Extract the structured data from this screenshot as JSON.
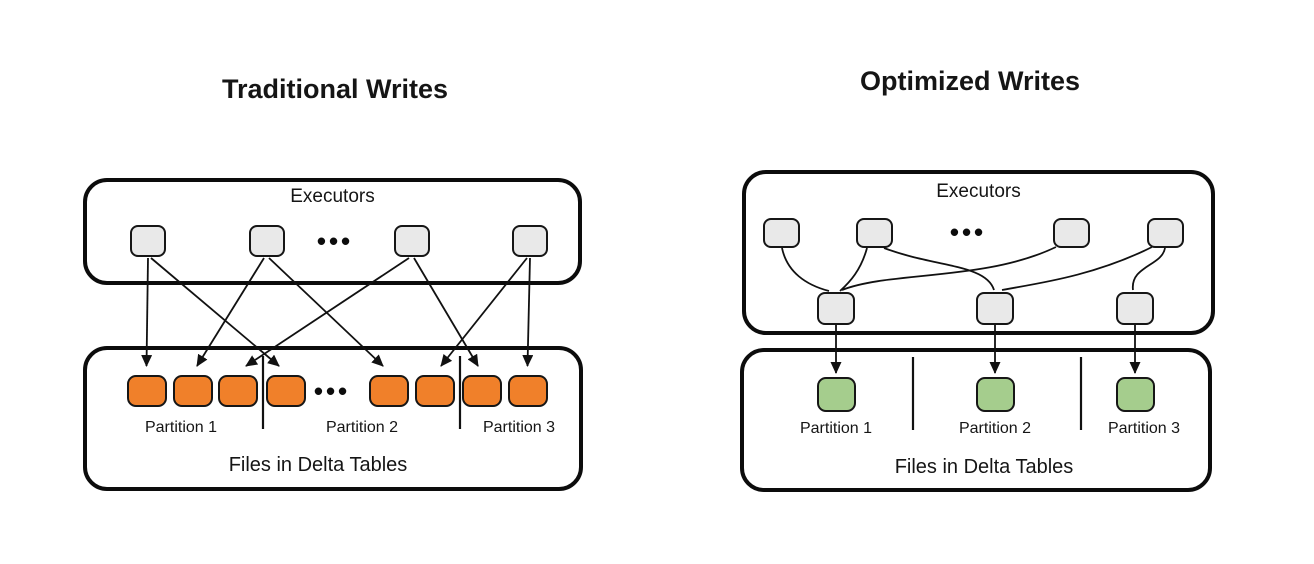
{
  "diagram": {
    "left": {
      "title": "Traditional Writes",
      "executors_box": {
        "label": "Executors",
        "executor_count": 4,
        "ellipsis": "•••"
      },
      "files_box": {
        "label": "Files in Delta Tables",
        "file_count": 8,
        "ellipsis": "•••",
        "partitions": [
          {
            "label": "Partition 1"
          },
          {
            "label": "Partition 2"
          },
          {
            "label": "Partition 3"
          }
        ]
      },
      "connections": [
        [
          "executor-1",
          "file-1"
        ],
        [
          "executor-1",
          "file-4"
        ],
        [
          "executor-2",
          "file-2"
        ],
        [
          "executor-2",
          "file-5"
        ],
        [
          "executor-3",
          "file-3"
        ],
        [
          "executor-3",
          "file-7"
        ],
        [
          "executor-4",
          "file-6"
        ],
        [
          "executor-4",
          "file-8"
        ]
      ]
    },
    "right": {
      "title": "Optimized Writes",
      "executors_box": {
        "label": "Executors",
        "executor_count": 4,
        "shuffle_node_count": 3,
        "ellipsis": "•••"
      },
      "files_box": {
        "label": "Files in Delta Tables",
        "file_count": 3,
        "partitions": [
          {
            "label": "Partition 1"
          },
          {
            "label": "Partition 2"
          },
          {
            "label": "Partition 3"
          }
        ]
      },
      "connections_executors_to_shuffle": [
        [
          "executor-1",
          "shuffle-1"
        ],
        [
          "executor-2",
          "shuffle-1"
        ],
        [
          "executor-2",
          "shuffle-2"
        ],
        [
          "executor-3",
          "shuffle-1"
        ],
        [
          "executor-4",
          "shuffle-2"
        ],
        [
          "executor-4",
          "shuffle-3"
        ]
      ],
      "connections_shuffle_to_files": [
        [
          "shuffle-1",
          "file-1"
        ],
        [
          "shuffle-2",
          "file-2"
        ],
        [
          "shuffle-3",
          "file-3"
        ]
      ]
    },
    "colors": {
      "traditional_file": "#f0802a",
      "optimized_file": "#a5cd8d",
      "executor_node": "#e9e9e9",
      "line": "#111111",
      "box_border": "#0c0c0c",
      "background": "#ffffff"
    }
  }
}
